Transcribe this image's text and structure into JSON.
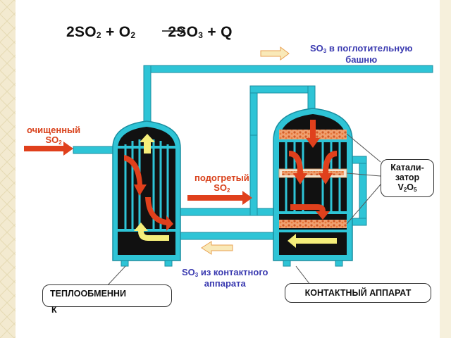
{
  "equation": {
    "lhs_1": "2SO",
    "lhs_1_sub": "2",
    "plus_1": " + O",
    "plus_1_sub": "2",
    "rhs_1": "2SO",
    "rhs_1_sub": "3",
    "rhs_2": " + Q"
  },
  "labels": {
    "so3_out_prefix": "SO",
    "so3_out_sub": "3",
    "so3_out_line1": " в поглотительную",
    "so3_out_line2": "башню",
    "purified_line1": "очищенный",
    "purified_so2": "SO",
    "purified_sub": "2",
    "heated_line1": "подогретый",
    "heated_so2": "SO",
    "heated_sub": "2",
    "so3_from_prefix": "SO",
    "so3_from_sub": "3",
    "so3_from_line1": " из контактного",
    "so3_from_line2": "аппарата"
  },
  "callouts": {
    "catalyst_line1": "Катали-",
    "catalyst_line2": "затор",
    "catalyst_formula_v": "V",
    "catalyst_formula_v_sub": "2",
    "catalyst_formula_o": "O",
    "catalyst_formula_o_sub": "5",
    "heat_exchanger": "ТЕПЛООБМЕННИ",
    "heat_exchanger_wrap": "К",
    "contact_apparatus": "КОНТАКТНЫЙ АППАРАТ"
  },
  "colors": {
    "pipe": "#2ec4d6",
    "pipe_edge": "#1a8ea0",
    "vessel_dark": "#111111",
    "arrow_red": "#e0401c",
    "arrow_yellow": "#f5ee7a",
    "catalyst": "#e88a4a",
    "label_blue": "#3a3ab0",
    "label_red": "#d9421c"
  }
}
